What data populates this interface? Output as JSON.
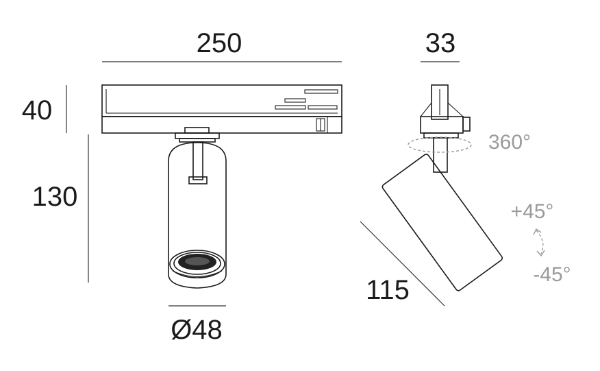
{
  "dimensions": {
    "width_track": "250",
    "height_track": "40",
    "height_body": "130",
    "diameter": "Ø48",
    "side_width": "33",
    "side_length": "115"
  },
  "angles": {
    "rotation": "360°",
    "tilt_up": "+45°",
    "tilt_down": "-45°"
  },
  "colors": {
    "line": "#1a1a1a",
    "annotation": "#9a9a9a"
  }
}
